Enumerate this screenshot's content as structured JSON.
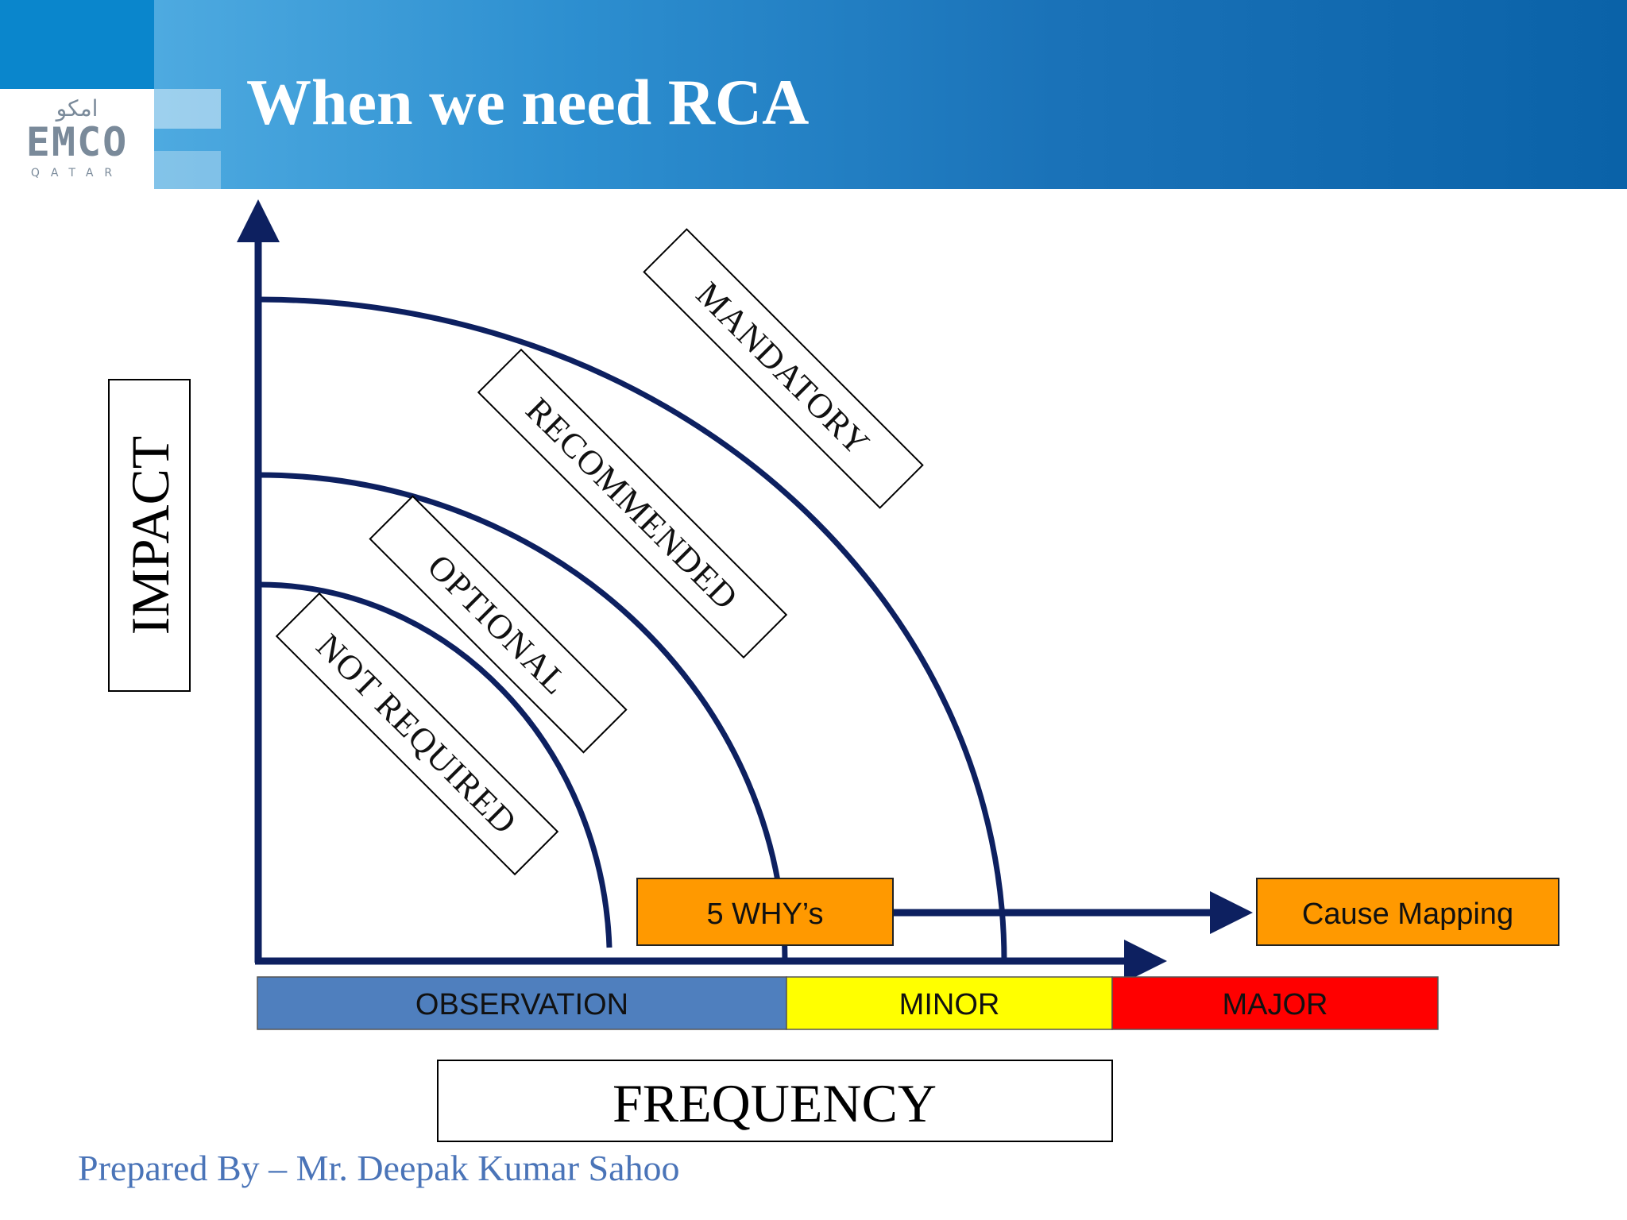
{
  "header": {
    "title": "When we need RCA",
    "logo": {
      "text": "EMCO",
      "subtext": "QATAR",
      "arabic": "امكو"
    }
  },
  "diagram": {
    "y_axis_label": "IMPACT",
    "x_axis_label": "FREQUENCY",
    "zones": [
      "NOT REQUIRED",
      "OPTIONAL",
      "RECOMMENDED",
      "MANDATORY"
    ],
    "bands": [
      {
        "label": "OBSERVATION",
        "color": "#4f7fbe"
      },
      {
        "label": "MINOR",
        "color": "#ffff00"
      },
      {
        "label": "MAJOR",
        "color": "#ff0000"
      }
    ],
    "methods": [
      {
        "label": "5 WHY’s",
        "color": "#ff9900"
      },
      {
        "label": "Cause Mapping",
        "color": "#ff9900"
      }
    ],
    "axis_color": "#0d2060"
  },
  "footer": {
    "text": "Prepared By – Mr. Deepak Kumar Sahoo"
  }
}
